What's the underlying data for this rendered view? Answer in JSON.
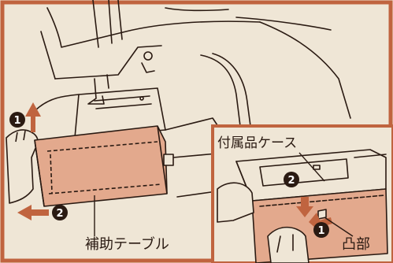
{
  "labels": {
    "accessory_case": "付属品ケース",
    "aux_table": "補助テーブル",
    "convex_part": "凸部"
  },
  "steps": {
    "one": "1",
    "two": "2"
  },
  "colors": {
    "frame": "#c0643f",
    "fill": "#e3a98d",
    "fill_light": "#eebda4",
    "paper": "#efe6d6",
    "ink": "#2a1a12"
  }
}
